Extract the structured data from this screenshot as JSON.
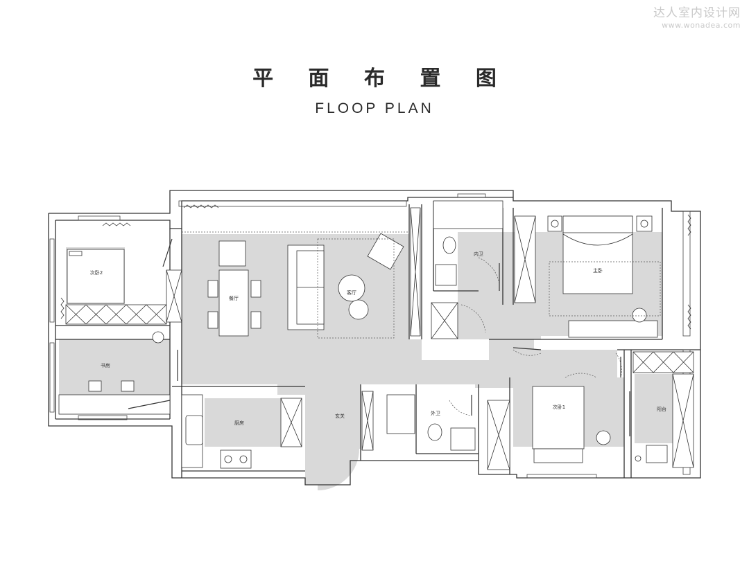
{
  "watermark": {
    "name": "达人室内设计网",
    "url": "www.wonadea.com"
  },
  "title": {
    "cn": "平 面 布 置 图",
    "en": "FLOOP PLAN"
  },
  "colors": {
    "floor": "#d9d9d9",
    "wall": "#333333",
    "background": "#ffffff"
  },
  "rooms": {
    "bedroom2": "次卧2",
    "study": "书房",
    "dining": "餐厅",
    "living": "客厅",
    "inner_bath": "内卫",
    "master": "主卧",
    "kitchen": "厨房",
    "entry": "玄关",
    "outer_bath": "外卫",
    "bedroom1": "次卧1",
    "balcony": "阳台"
  }
}
